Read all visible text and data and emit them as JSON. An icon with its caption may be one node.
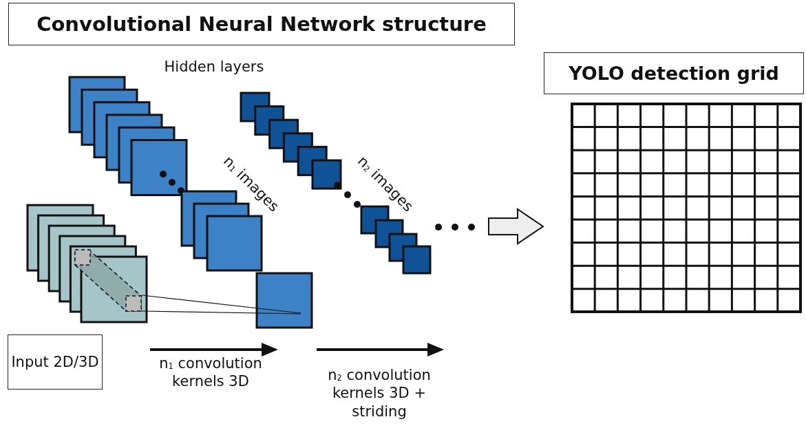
{
  "diagram": {
    "title": "Convolutional Neural Network structure",
    "nodes": [
      {
        "text": [
          "Input 2D/3D"
        ]
      },
      {
        "text": [],
        "shape": "picture"
      },
      {
        "text": [
          "n$_{1}$ images"
        ]
      },
      {
        "text": [
          "n$_{2}$ images"
        ]
      },
      {
        "text": [
          "YOLO detection grid"
        ]
      }
    ],
    "edges": [
      {
        "from": 3,
        "to": 4,
        "arrow": "to"
      }
    ],
    "labels": [
      "Hidden layers",
      "n$_{1}$ convolution kernels 3D",
      "n$_{2}$ convolution kernels 3D + striding"
    ]
  }
}
